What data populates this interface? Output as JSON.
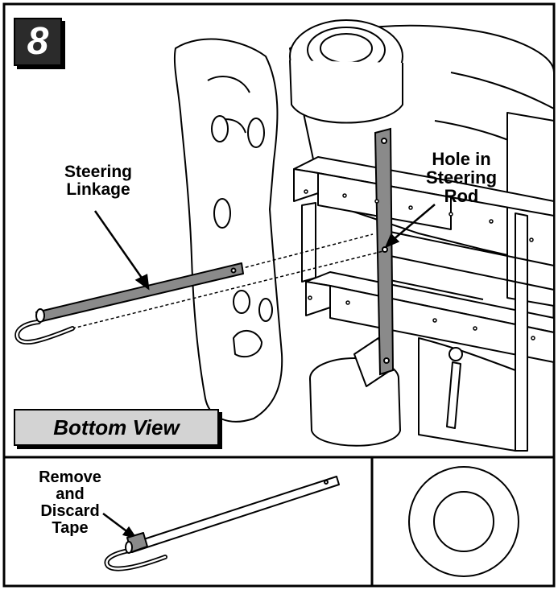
{
  "step": {
    "number": "8"
  },
  "callouts": {
    "steering_linkage": "Steering\nLinkage",
    "hole_in_steering_rod": "Hole in\nSteering\nRod",
    "remove_tape": "Remove\nand\nDiscard\nTape"
  },
  "view_label": "Bottom View",
  "icons": [
    "steering-linkage-rod",
    "tape-roll-icon",
    "wheel",
    "vehicle-chassis"
  ]
}
